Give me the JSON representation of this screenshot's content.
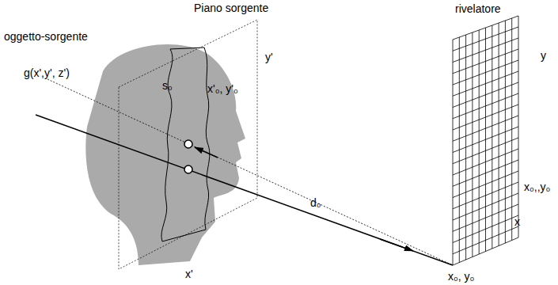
{
  "diagram": {
    "labels": [
      "Piano sorgente",
      "oggetto-sorgente",
      "rivelatore",
      "y'",
      "g(x',y', z')",
      "s₀",
      "x'₀, y'₀",
      "d₀",
      "x₀,,y₀",
      "x",
      "y",
      "x₀, y₀",
      "x'"
    ]
  }
}
